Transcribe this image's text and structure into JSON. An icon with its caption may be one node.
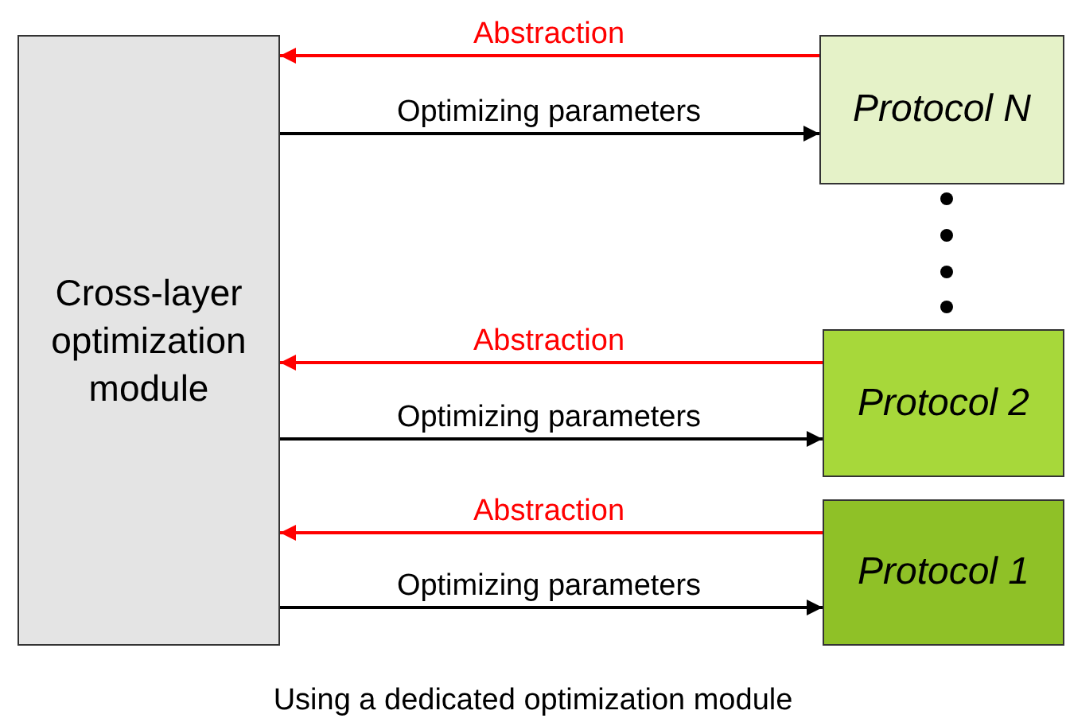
{
  "diagram": {
    "caption": "Using a dedicated optimization module",
    "nodes": [
      {
        "text": [
          "Cross-layer optimization module"
        ]
      },
      {
        "text": [
          "Protocol N"
        ]
      },
      {
        "text": [
          "Protocol 2"
        ]
      },
      {
        "text": [
          "Protocol 1"
        ]
      }
    ],
    "edges": [
      {
        "from": 1,
        "to": 0,
        "arrow": "to",
        "label": "Abstraction",
        "color": "#ff0000"
      },
      {
        "from": 0,
        "to": 1,
        "arrow": "to",
        "label": "Optimizing parameters",
        "color": "#000000"
      },
      {
        "from": 2,
        "to": 0,
        "arrow": "to",
        "label": "Abstraction",
        "color": "#ff0000"
      },
      {
        "from": 0,
        "to": 2,
        "arrow": "to",
        "label": "Optimizing parameters",
        "color": "#000000"
      },
      {
        "from": 3,
        "to": 0,
        "arrow": "to",
        "label": "Abstraction",
        "color": "#ff0000"
      },
      {
        "from": 0,
        "to": 3,
        "arrow": "to",
        "label": "Optimizing parameters",
        "color": "#000000"
      }
    ]
  }
}
